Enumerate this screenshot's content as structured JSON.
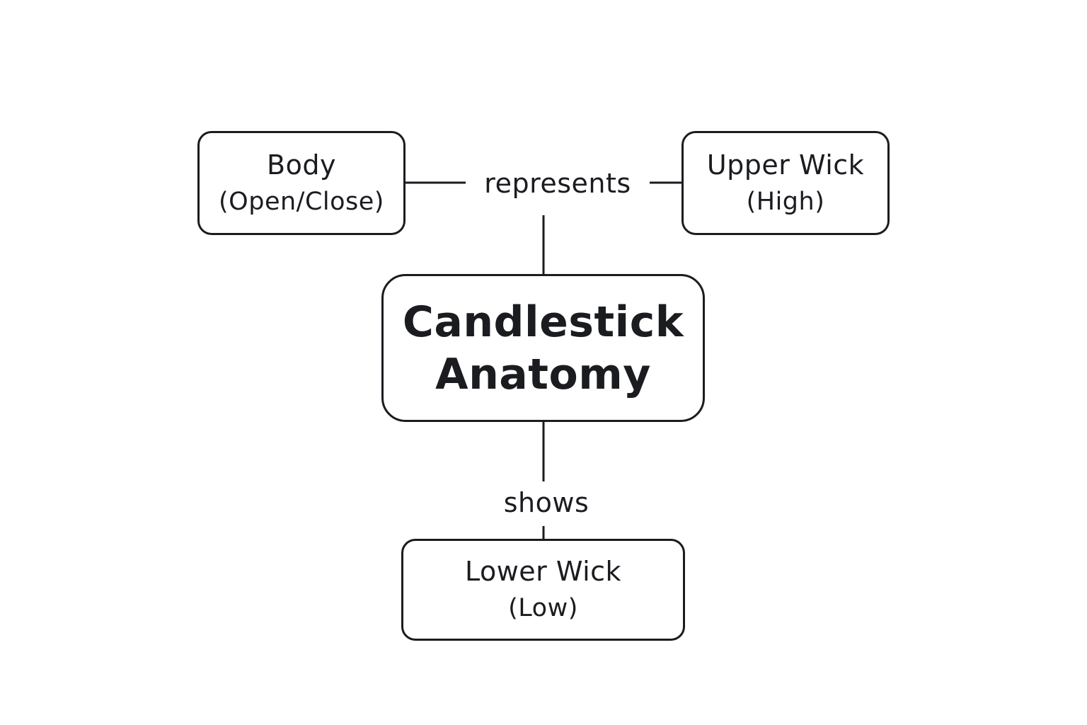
{
  "diagram": {
    "center": {
      "title_line1": "Candlestick",
      "title_line2": "Anatomy"
    },
    "nodes": {
      "body": {
        "title": "Body",
        "subtitle": "(Open/Close)"
      },
      "upper_wick": {
        "title": "Upper Wick",
        "subtitle": "(High)"
      },
      "lower_wick": {
        "title": "Lower Wick",
        "subtitle": "(Low)"
      }
    },
    "edges": {
      "represents": "represents",
      "shows": "shows"
    }
  },
  "colors": {
    "stroke": "#1a1c20",
    "background": "#ffffff"
  }
}
